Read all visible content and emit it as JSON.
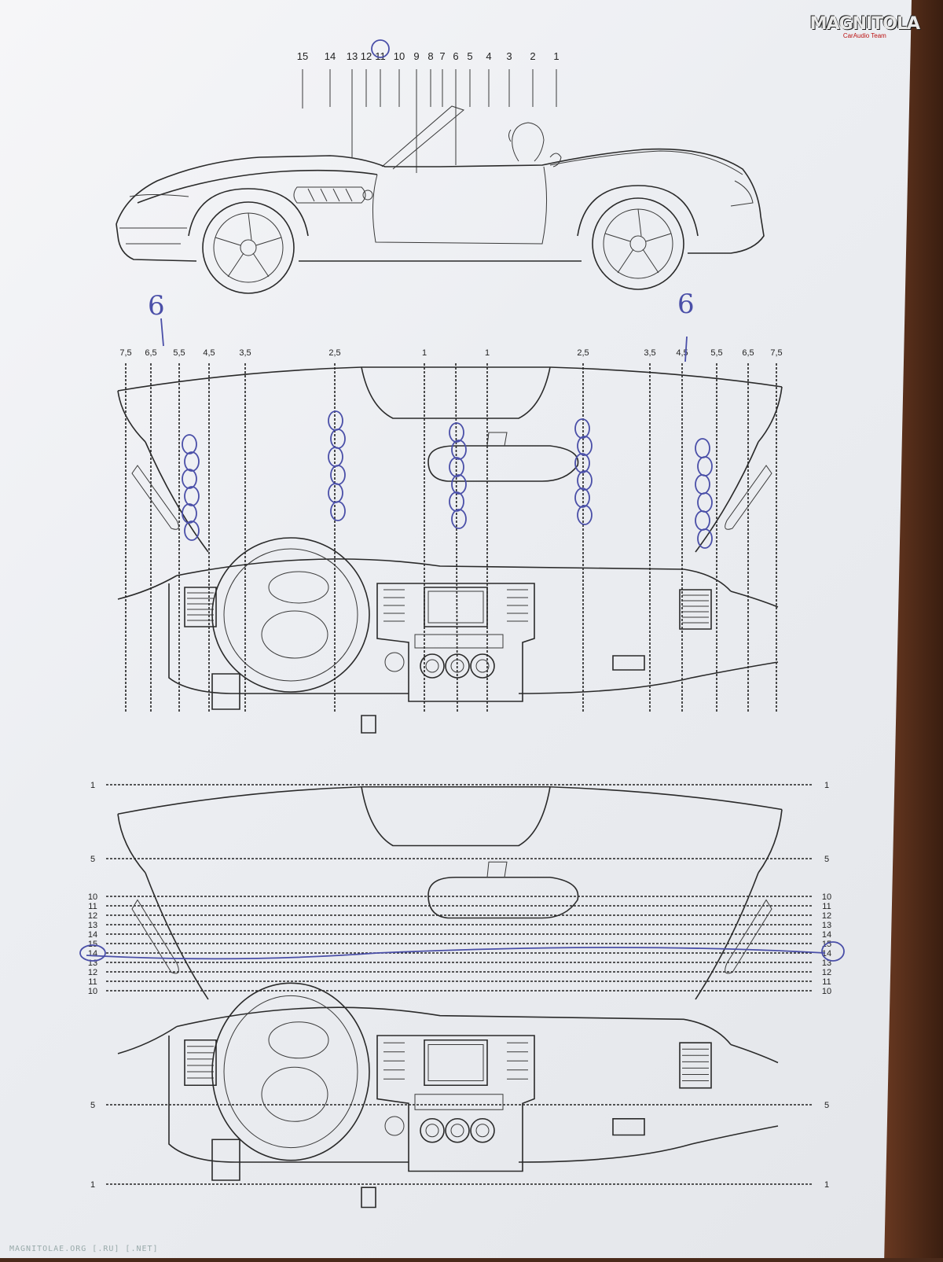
{
  "watermark": {
    "brand": "MAGNITOLA",
    "tagline": "CarAudio Team",
    "footer": "MAGNITOLAE.ORG [.RU] [.NET]"
  },
  "side_view": {
    "labels": [
      "15",
      "14",
      "13",
      "12",
      "11",
      "10",
      "9",
      "8",
      "7",
      "6",
      "5",
      "4",
      "3",
      "2",
      "1"
    ],
    "circled": "11"
  },
  "front_view_vertical": {
    "left_labels": [
      "7,5",
      "6,5",
      "5,5",
      "4,5",
      "3,5",
      "2,5",
      "1"
    ],
    "right_labels": [
      "1",
      "2,5",
      "3,5",
      "4,5",
      "5,5",
      "6,5",
      "7,5"
    ],
    "handwritten_left": "6",
    "handwritten_right": "6"
  },
  "front_view_horizontal": {
    "top_labels": [
      "1",
      "5",
      "10",
      "11",
      "12",
      "13",
      "14",
      "15",
      "14",
      "13",
      "12",
      "11",
      "10"
    ],
    "bottom_labels": [
      "5",
      "1"
    ],
    "circled": "14"
  }
}
